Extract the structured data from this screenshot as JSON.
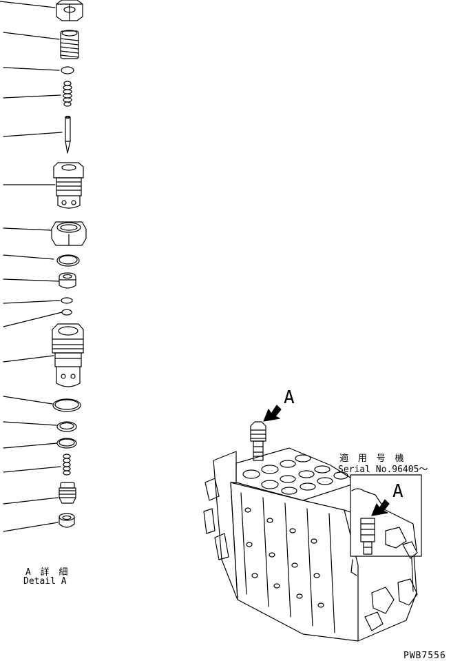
{
  "labels": {
    "view_a_main": "A",
    "view_a_detail": "A",
    "detail_jp": "A 詳 細",
    "detail_en": "Detail A",
    "serial_jp": "適 用 号 機",
    "serial_en": "Serial No.96405～",
    "figure_code": "PWB7556"
  },
  "parts": [
    {
      "kind": "hex-nut"
    },
    {
      "kind": "threaded-plug"
    },
    {
      "kind": "small-o-ring"
    },
    {
      "kind": "spring"
    },
    {
      "kind": "needle-pin"
    },
    {
      "kind": "valve-body"
    },
    {
      "kind": "lock-nut"
    },
    {
      "kind": "o-ring"
    },
    {
      "kind": "plug-cap"
    },
    {
      "kind": "small-o-ring"
    },
    {
      "kind": "small-o-ring"
    },
    {
      "kind": "cartridge-body"
    },
    {
      "kind": "o-ring"
    },
    {
      "kind": "backup-ring"
    },
    {
      "kind": "o-ring"
    },
    {
      "kind": "spring"
    },
    {
      "kind": "poppet"
    },
    {
      "kind": "seat"
    }
  ],
  "colors": {
    "ink": "#000000",
    "paper": "#ffffff"
  }
}
